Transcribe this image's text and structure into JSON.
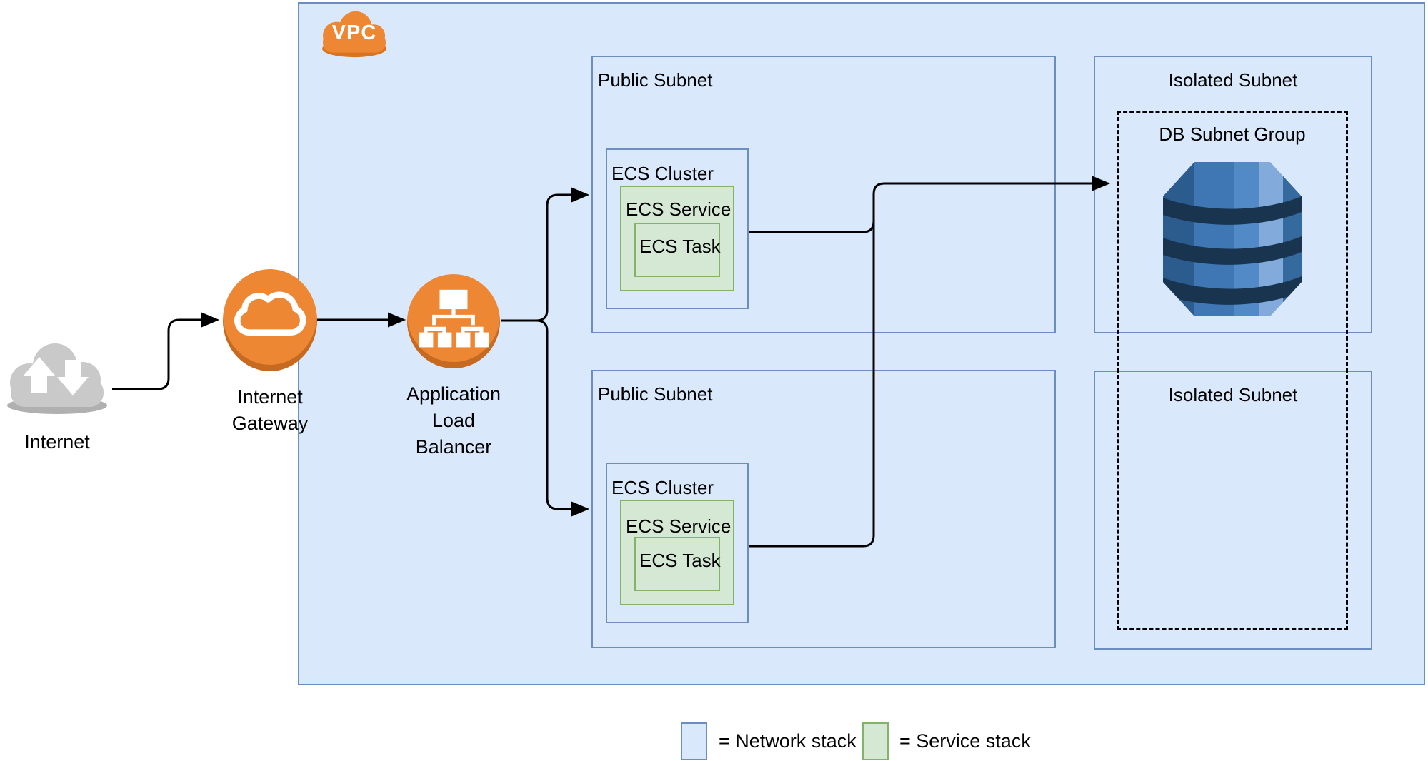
{
  "nodes": {
    "internet": {
      "label": "Internet"
    },
    "internet_gateway": {
      "label": "Internet Gateway"
    },
    "alb": {
      "label": "Application Load Balancer"
    },
    "vpc": {
      "badge": "VPC"
    }
  },
  "subnets": {
    "public_top": {
      "title": "Public Subnet"
    },
    "public_bottom": {
      "title": "Public Subnet"
    },
    "isolated_top": {
      "title": "Isolated Subnet"
    },
    "isolated_bottom": {
      "title": "Isolated Subnet"
    },
    "db_group": {
      "title": "DB Subnet Group"
    }
  },
  "clusters": {
    "top": {
      "cluster": "ECS Cluster",
      "service": "ECS Service",
      "task": "ECS Task"
    },
    "bottom": {
      "cluster": "ECS Cluster",
      "service": "ECS Service",
      "task": "ECS Task"
    }
  },
  "legend": {
    "network": "= Network stack",
    "service": "= Service stack"
  },
  "colors": {
    "network_fill": "#dae8fc",
    "network_border": "#6c8ebf",
    "service_fill": "#d5e8d4",
    "service_border": "#82b366",
    "aws_orange": "#ed8733",
    "dynamodb_dark": "#18344f",
    "dynamodb_mid": "#3f77b5",
    "connector": "#000000"
  }
}
